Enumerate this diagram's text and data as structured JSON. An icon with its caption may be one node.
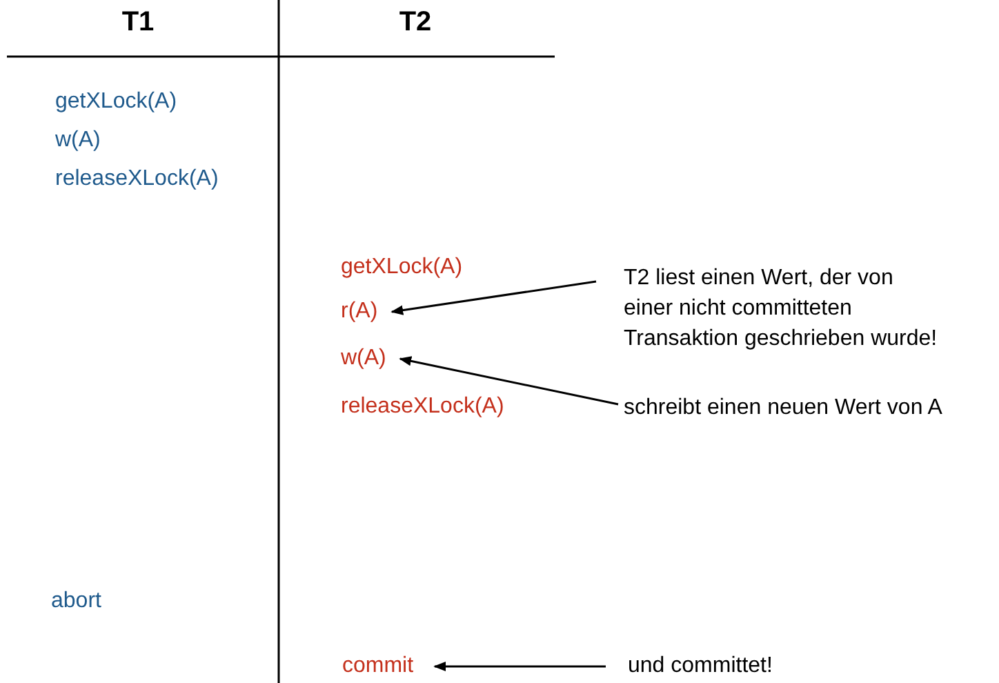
{
  "diagram": {
    "nodes": [
      {
        "text": [
          "r(A)"
        ]
      },
      {
        "text": [
          "w(A)"
        ]
      },
      {
        "text": [
          "commit"
        ]
      },
      {
        "text": [
          "T2 liest einen Wert, der von einer nicht committeten Transaktion geschrieben wurde!"
        ]
      },
      {
        "text": [
          "schreibt einen neuen Wert von A"
        ]
      },
      {
        "text": [
          "und committet!"
        ]
      }
    ],
    "edges": [
      {
        "from": 3,
        "to": 0,
        "arrow": "to"
      },
      {
        "from": 4,
        "to": 1,
        "arrow": "to"
      },
      {
        "from": 5,
        "to": 2,
        "arrow": "to"
      }
    ],
    "labels": [
      "T1",
      "T2",
      "getXLock(A)",
      "w(A)",
      "releaseXLock(A)",
      "getXLock(A)",
      "releaseXLock(A)",
      "abort"
    ]
  }
}
